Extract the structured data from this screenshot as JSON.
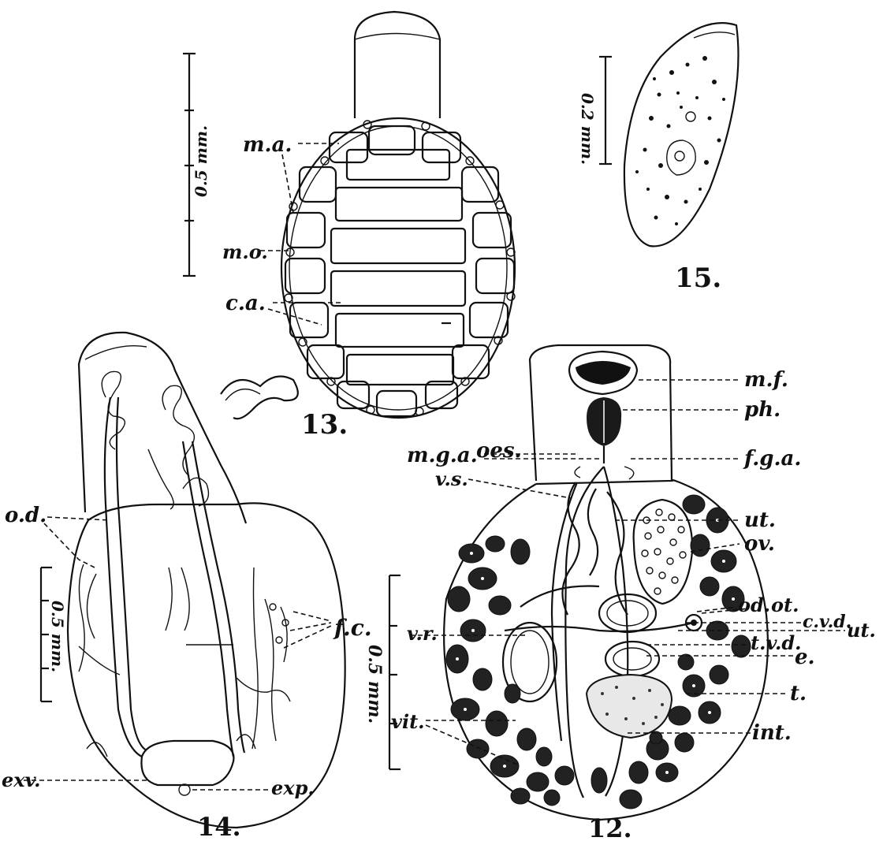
{
  "figures": {
    "fig12": {
      "number": "12.",
      "labels": {
        "mf": "m.f.",
        "ph": "ph.",
        "mga": "m.g.a.",
        "oes": "oes.",
        "fga": "f.g.a.",
        "vs": "v.s.",
        "ut1": "ut.",
        "ov": "ov.",
        "od": "od.",
        "ot": "ot.",
        "cvd": "c.v.d.",
        "ut2": "ut.",
        "vr": "v.r.",
        "tvd": "t.v.d.",
        "e": "e.",
        "t": "t.",
        "vit": "vit.",
        "int": "int."
      },
      "scale": "0.5 mm."
    },
    "fig13": {
      "number": "13.",
      "labels": {
        "ma": "m.a.",
        "mo": "m.o.",
        "ca": "c.a."
      },
      "scale": "0.5 mm."
    },
    "fig14": {
      "number": "14.",
      "labels": {
        "od": "o.d.",
        "fc": "f.c.",
        "exv": "exv.",
        "exp": "exp."
      },
      "scale": "0.5 mm."
    },
    "fig15": {
      "number": "15.",
      "scale": "0.2 mm."
    }
  }
}
